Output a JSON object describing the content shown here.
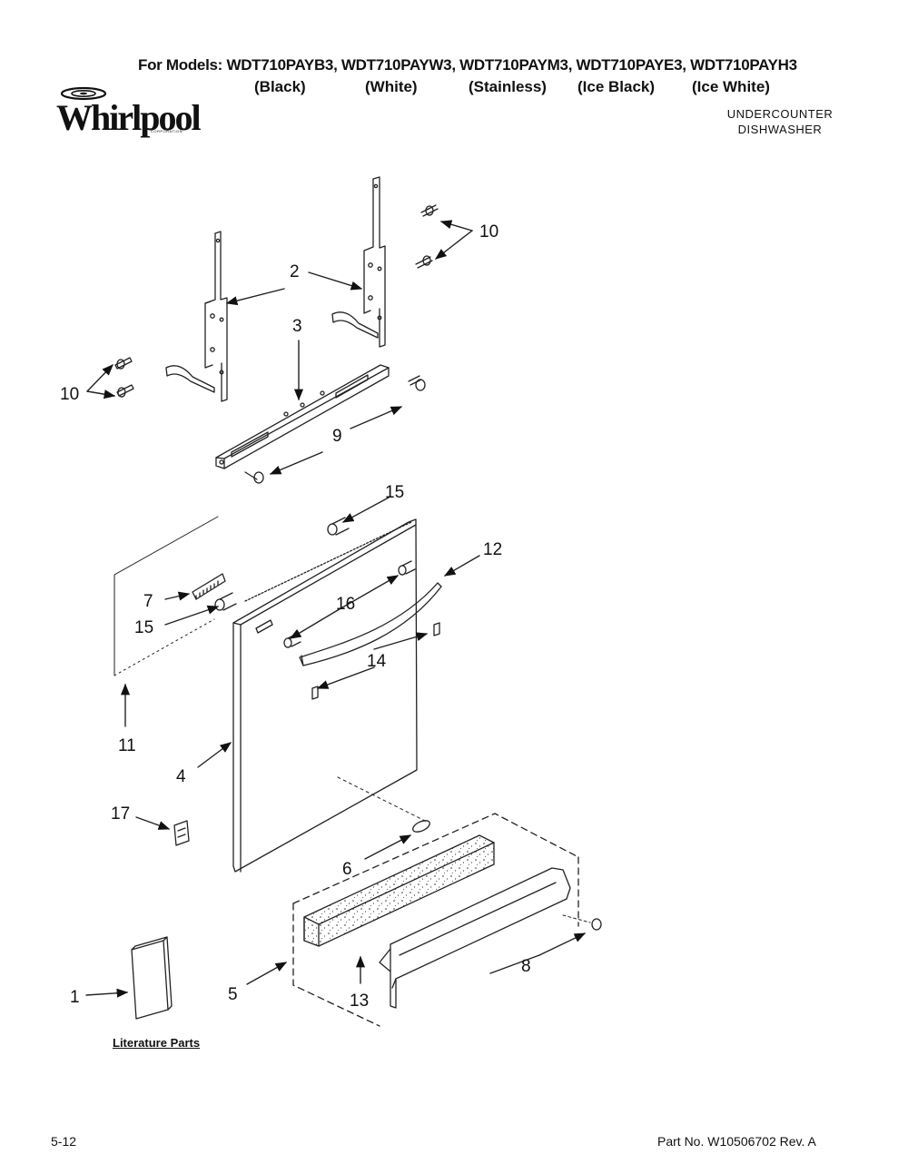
{
  "header": {
    "models_line": "For Models: WDT710PAYB3, WDT710PAYW3, WDT710PAYM3, WDT710PAYE3, WDT710PAYH3",
    "variants": [
      "(Black)",
      "(White)",
      "(Stainless)",
      "(Ice Black)",
      "(Ice White)"
    ],
    "brand": "Whirlpool",
    "brand_corp": "CORPORATION",
    "appliance_line1": "UNDERCOUNTER",
    "appliance_line2": "DISHWASHER"
  },
  "diagram": {
    "callouts": [
      "10",
      "2",
      "10",
      "3",
      "9",
      "15",
      "12",
      "7",
      "16",
      "15",
      "14",
      "11",
      "4",
      "17",
      "6",
      "8",
      "1",
      "5",
      "13"
    ],
    "literature_label": "Literature Parts"
  },
  "footer": {
    "page": "5-12",
    "part_no": "Part No. W10506702 Rev. A"
  }
}
